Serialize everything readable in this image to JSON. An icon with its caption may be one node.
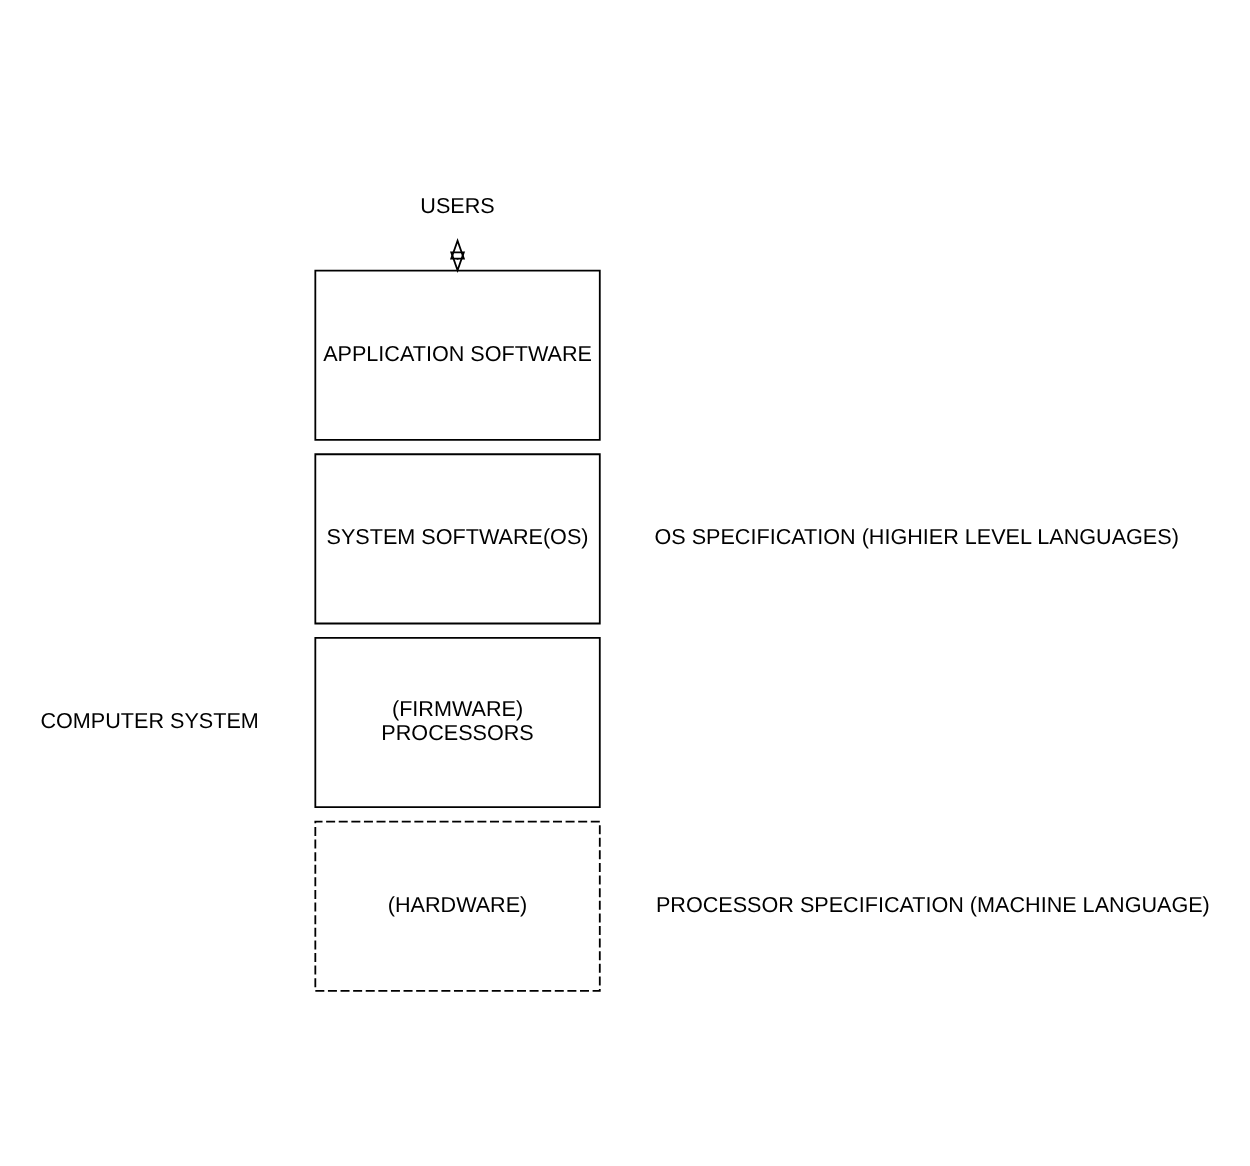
{
  "diagram": {
    "nodes": [
      {
        "text": [
          "USERS"
        ]
      },
      {
        "text": [
          "APPLICATION SOFTWARE"
        ]
      },
      {
        "text": [
          "SYSTEM SOFTWARE(OS)"
        ]
      },
      {
        "text": [
          "(FIRMWARE)",
          "PROCESSORS"
        ]
      },
      {
        "text": [
          "(HARDWARE)"
        ]
      }
    ],
    "edges": [
      {
        "from": 0,
        "to": 1,
        "arrow": "both"
      }
    ],
    "labels": [
      "OS SPECIFICATION (HIGHIER LEVEL LANGUAGES)",
      "COMPUTER SYSTEM",
      "PROCESSOR SPECIFICATION (MACHINE LANGUAGE)"
    ]
  }
}
